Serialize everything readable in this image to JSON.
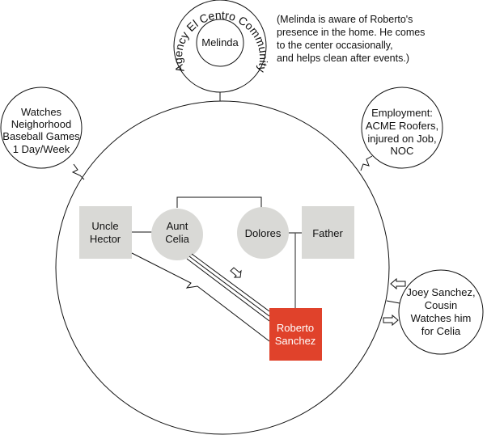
{
  "diagram": {
    "type": "ecomap",
    "colors": {
      "client": "#E0422B",
      "family_member": "#D9D9D6",
      "line": "#111111"
    },
    "community": {
      "outer_label": "Agency El Centro Community",
      "inner_label": "Melinda",
      "note_lines": [
        "(Melinda is aware of Roberto's",
        "presence in the home. He comes",
        "to the center occasionally,",
        "and helps clean after events.)"
      ]
    },
    "baseball": {
      "lines": [
        "Watches",
        "Neighorhood",
        "Baseball Games",
        "1 Day/Week"
      ],
      "relationship": "stressful"
    },
    "employment": {
      "lines": [
        "Employment:",
        "ACME Roofers,",
        "injured on Job,",
        "NOC"
      ],
      "relationship": "stressful"
    },
    "cousin": {
      "lines": [
        "Joey Sanchez,",
        "Cousin",
        "Watches him",
        "for Celia"
      ],
      "relationship": "two-way energy flow"
    },
    "family": {
      "uncle": [
        "Uncle",
        "Hector"
      ],
      "aunt": [
        "Aunt",
        "Celia"
      ],
      "dolores": "Dolores",
      "father": "Father",
      "client": [
        "Roberto",
        "Sanchez"
      ]
    },
    "relationships": [
      {
        "from": "Uncle Hector",
        "to": "Roberto Sanchez",
        "type": "stressful"
      },
      {
        "from": "Aunt Celia",
        "to": "Roberto Sanchez",
        "type": "strong",
        "flow": "toward Roberto"
      },
      {
        "from": "Dolores",
        "to": "Father",
        "type": "partners"
      },
      {
        "from": "Uncle Hector",
        "to": "Aunt Celia",
        "type": "partners"
      },
      {
        "from": "Aunt Celia",
        "to": "Dolores",
        "type": "siblings"
      }
    ]
  }
}
